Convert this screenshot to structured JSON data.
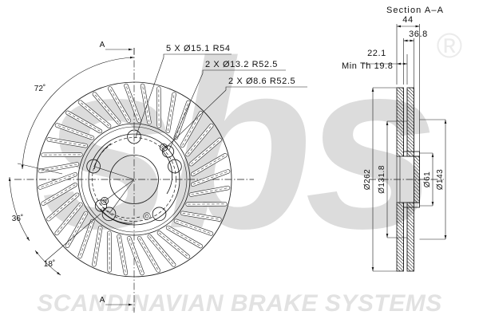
{
  "drawing": {
    "type": "engineering-drawing",
    "subject": "Ventilated brake disc rotor",
    "brand": "sbs",
    "registered_mark": "®",
    "footer_text": "SCANDINAVIAN BRAKE SYSTEMS"
  },
  "front_view": {
    "section_mark_top": "A",
    "section_mark_bottom": "A",
    "angles": [
      {
        "id": "angle-72",
        "label": "72˚",
        "value": 72,
        "unit": "degrees"
      },
      {
        "id": "angle-36",
        "label": "36˚",
        "value": 36,
        "unit": "degrees"
      },
      {
        "id": "angle-18",
        "label": "18˚",
        "value": 18,
        "unit": "degrees"
      }
    ],
    "callouts": [
      {
        "id": "callout-lug-holes",
        "count": "5",
        "multiplier": "X",
        "diameter": "Ø15.1",
        "radius": "R54",
        "text": "5  X  Ø15.1     R54"
      },
      {
        "id": "callout-mid-holes",
        "count": "2",
        "multiplier": "X",
        "diameter": "Ø13.2",
        "radius": "R52.5",
        "text": "2  X  Ø13.2     R52.5"
      },
      {
        "id": "callout-small-holes",
        "count": "2",
        "multiplier": "X",
        "diameter": "Ø8.6",
        "radius": "R52.5",
        "text": "2  X  Ø8.6     R52.5"
      }
    ]
  },
  "section_view": {
    "title": "Section A–A",
    "linear_dimensions": [
      {
        "id": "dim-44",
        "label": "44",
        "value": 44
      },
      {
        "id": "dim-36-8",
        "label": "36.8",
        "value": 36.8
      },
      {
        "id": "dim-22-1",
        "label": "22.1",
        "value": 22.1
      }
    ],
    "min_thickness": {
      "id": "min-thickness",
      "label": "Min  Th  19.8",
      "value": 19.8
    },
    "diameters": [
      {
        "id": "dia-262",
        "label": "Ø262",
        "value": 262
      },
      {
        "id": "dia-131-8",
        "label": "Ø131.8",
        "value": 131.8
      },
      {
        "id": "dia-61",
        "label": "Ø61",
        "value": 61
      },
      {
        "id": "dia-143",
        "label": "Ø143",
        "value": 143
      }
    ]
  },
  "colors": {
    "line": "#1a1a1a",
    "background": "#ffffff",
    "watermark": "#dcdcdc",
    "footer_watermark": "#e2e2e2"
  }
}
